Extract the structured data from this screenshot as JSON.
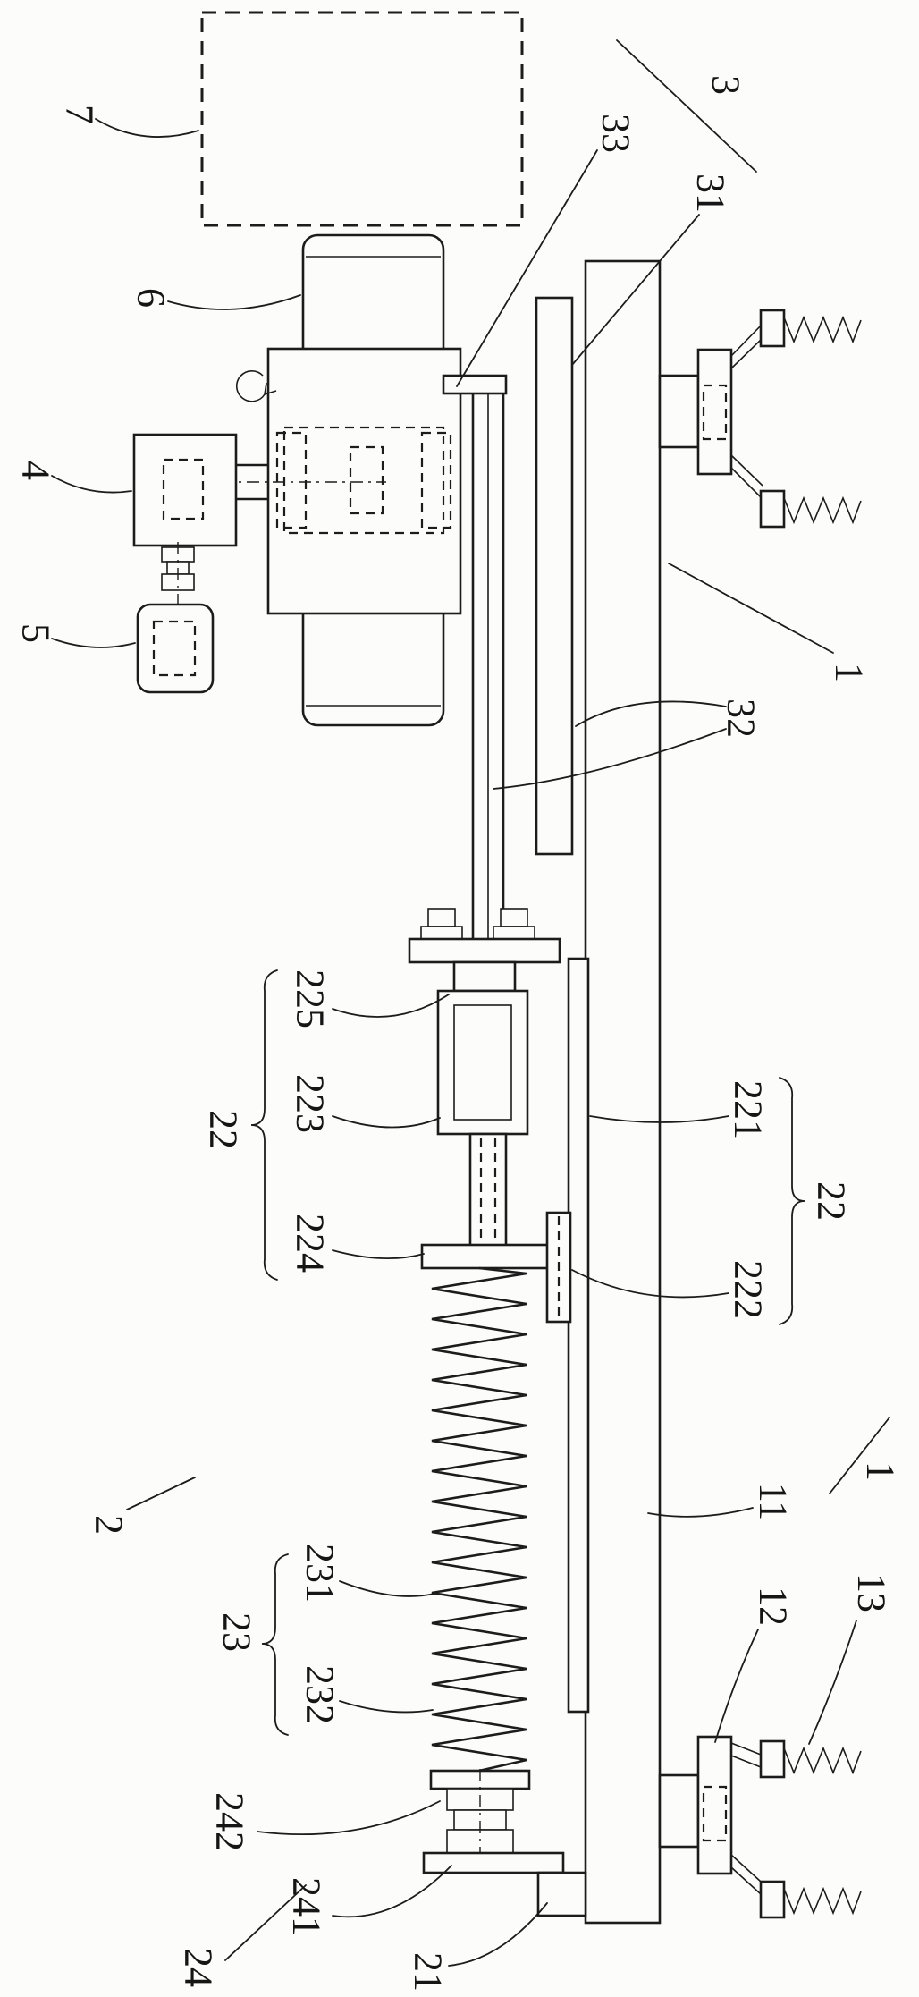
{
  "figure": {
    "kind": "patent-style mechanical assembly drawing",
    "background_color": "#fcfcfa",
    "line_color": "#1c1c1c",
    "icons": [
      "rotation-arrow-icon"
    ]
  },
  "labels": [
    {
      "name": "ref-7",
      "text": "7"
    },
    {
      "name": "ref-6",
      "text": "6"
    },
    {
      "name": "ref-4",
      "text": "4"
    },
    {
      "name": "ref-5",
      "text": "5"
    },
    {
      "name": "ref-3",
      "text": "3"
    },
    {
      "name": "ref-33",
      "text": "33"
    },
    {
      "name": "ref-31",
      "text": "31"
    },
    {
      "name": "ref-1-top",
      "text": "1"
    },
    {
      "name": "ref-32",
      "text": "32"
    },
    {
      "name": "ref-225",
      "text": "225"
    },
    {
      "name": "ref-223",
      "text": "223"
    },
    {
      "name": "ref-22-left",
      "text": "22"
    },
    {
      "name": "ref-224",
      "text": "224"
    },
    {
      "name": "ref-221",
      "text": "221"
    },
    {
      "name": "ref-22-right",
      "text": "22"
    },
    {
      "name": "ref-222",
      "text": "222"
    },
    {
      "name": "ref-2",
      "text": "2"
    },
    {
      "name": "ref-231",
      "text": "231"
    },
    {
      "name": "ref-23",
      "text": "23"
    },
    {
      "name": "ref-232",
      "text": "232"
    },
    {
      "name": "ref-242",
      "text": "242"
    },
    {
      "name": "ref-241",
      "text": "241"
    },
    {
      "name": "ref-24",
      "text": "24"
    },
    {
      "name": "ref-21",
      "text": "21"
    },
    {
      "name": "ref-11",
      "text": "11"
    },
    {
      "name": "ref-1-bottom",
      "text": "1"
    },
    {
      "name": "ref-12",
      "text": "12"
    },
    {
      "name": "ref-13",
      "text": "13"
    }
  ]
}
